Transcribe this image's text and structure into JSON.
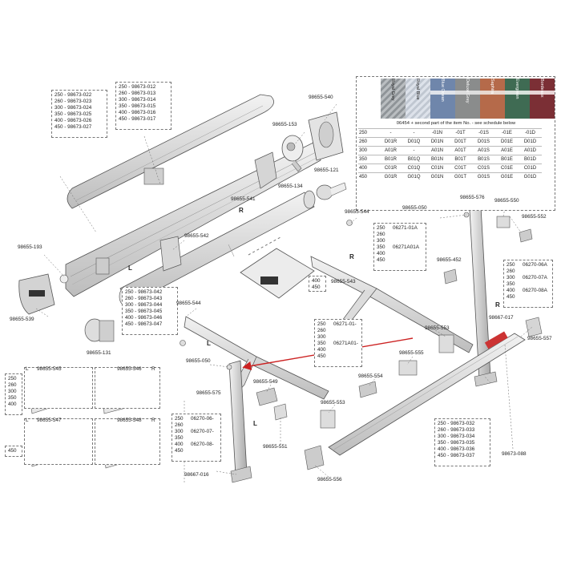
{
  "parts": {
    "p_98655_540": "98655-540",
    "p_98655_153": "98655-153",
    "p_98655_121": "98655-121",
    "p_98655_541": "98655-541",
    "p_98655_134": "98655-134",
    "p_98655_542": "98655-542",
    "p_98655_193": "98655-193",
    "p_98655_539": "98655-539",
    "p_98655_131": "98655-131",
    "p_98655_544a": "98655-544",
    "p_98655_544b": "98655-544",
    "p_98655_543": "98655-543",
    "p_98655_050a": "98655-050",
    "p_98655_050b": "98655-050",
    "p_98655_576": "98655-576",
    "p_98655_550": "98655-550",
    "p_98655_552": "98655-552",
    "p_98655_452": "98655-452",
    "p_98667_017": "98667-017",
    "p_98655_553a": "98655-553",
    "p_98655_553b": "98655-553",
    "p_98655_557": "98655-557",
    "p_98655_555": "98655-555",
    "p_98655_554": "98655-554",
    "p_98655_575": "98655-575",
    "p_98655_549": "98655-549",
    "p_98655_551": "98655-551",
    "p_98655_556": "98655-556",
    "p_98667_016": "98667-016",
    "p_98673_088": "98673-088",
    "p_98655_545": "98655-545",
    "p_98655_546": "98655-546",
    "p_98655_547": "98655-547",
    "p_98655_548": "98655-548"
  },
  "side_letters": {
    "r1": "R",
    "l1": "L",
    "r2": "R",
    "l2": "L",
    "r3": "R",
    "l3": "L",
    "box_l1": "L",
    "box_r1": "R",
    "box_l2": "L",
    "box_r2": "R"
  },
  "lists": {
    "cover_left": [
      "250 - 98673-022",
      "260 - 98673-023",
      "300 - 98673-024",
      "350 - 98673-025",
      "400 - 98673-026",
      "450 - 98673-027"
    ],
    "cover_right": [
      "250 - 98673-012",
      "260 - 98673-013",
      "300 - 98673-014",
      "350 - 98673-015",
      "400 - 98673-016",
      "450 - 98673-017"
    ],
    "tube": [
      "250 - 98673-042",
      "260 - 98673-043",
      "300 - 98673-044",
      "350 - 98673-045",
      "400 - 98673-046",
      "450 - 98673-047"
    ],
    "frontbar": [
      "250 - 98673-032",
      "260 - 98673-033",
      "300 - 98673-034",
      "350 - 98673-035",
      "400 - 98673-036",
      "450 - 98673-037"
    ]
  },
  "arm_upper": {
    "sizes": [
      "250",
      "260",
      "300",
      "350",
      "400",
      "450"
    ],
    "code_a": "06271-01A",
    "code_b": "06271A01A"
  },
  "arm_lower": {
    "sizes": [
      "250",
      "260",
      "300",
      "350",
      "400",
      "450"
    ],
    "code_a": "06271-01-",
    "code_b": "06271A01-"
  },
  "leg_right": {
    "sizes": [
      "250",
      "260",
      "300",
      "350",
      "400",
      "450"
    ],
    "code_a": "06270-06A",
    "code_b": "06270-07A",
    "code_c": "06270-08A"
  },
  "leg_left": {
    "sizes": [
      "250",
      "260",
      "300",
      "350",
      "400",
      "450"
    ],
    "code_a": "06270-06-",
    "code_b": "06270-07-",
    "code_c": "06270-08-"
  },
  "bracket_sizes": {
    "a": "400",
    "b": "450"
  },
  "side_sizes": [
    "250",
    "260",
    "300",
    "350",
    "400"
  ],
  "side_size_450": "450",
  "fabric": {
    "colors": [
      "Royal Grey",
      "Royal Blue",
      "Blue Ocean",
      "Deluxe Grey",
      "Saphira",
      "Evergreen",
      "Bordeaux"
    ],
    "swatch_colors": [
      "#9aa0a4",
      "#cdd3db",
      "#6f86ab",
      "#8a8c8c",
      "#b56a4a",
      "#3f6b53",
      "#7b2f35"
    ],
    "note": "06454 + second part of the item No. - see schedule below",
    "rows": [
      [
        "250",
        "-",
        "-",
        "-01N",
        "-01T",
        "-01S",
        "-01E",
        "-01D"
      ],
      [
        "260",
        "D01R",
        "D01Q",
        "D01N",
        "D01T",
        "D01S",
        "D01E",
        "D01D"
      ],
      [
        "300",
        "A01R",
        "-",
        "A01N",
        "A01T",
        "A01S",
        "A01E",
        "A01D"
      ],
      [
        "350",
        "B01R",
        "B01Q",
        "B01N",
        "B01T",
        "B01S",
        "B01E",
        "B01D"
      ],
      [
        "400",
        "C01R",
        "C01Q",
        "C01N",
        "C01T",
        "C01S",
        "C01E",
        "C01D"
      ],
      [
        "450",
        "G01R",
        "G01Q",
        "G01N",
        "G01T",
        "G01S",
        "G01E",
        "G01D"
      ]
    ]
  },
  "colors": {
    "arrow": "#cc2222",
    "metal": "#d9d9d9",
    "outline": "#555555"
  }
}
